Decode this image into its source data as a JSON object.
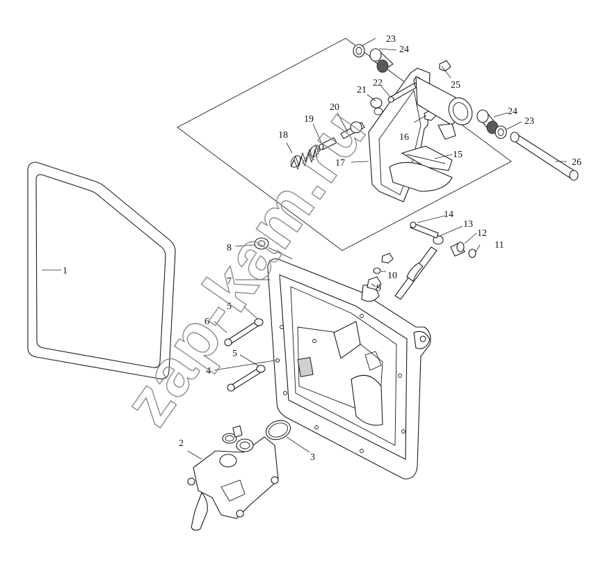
{
  "callouts": {
    "c1": "1",
    "c2": "2",
    "c3": "3",
    "c4": "4",
    "c5a": "5",
    "c5b": "5",
    "c6": "6",
    "c7": "7",
    "c8": "8",
    "c9": "9",
    "c10": "10",
    "c11": "11",
    "c12": "12",
    "c13": "13",
    "c14": "14",
    "c15": "15",
    "c16": "16",
    "c17": "17",
    "c18": "18",
    "c19": "19",
    "c20": "20",
    "c21": "21",
    "c22": "22",
    "c23a": "23",
    "c23b": "23",
    "c24a": "24",
    "c24b": "24",
    "c25": "25",
    "c26": "26"
  },
  "watermark": "zap-kam.ru",
  "colors": {
    "line": "#1a1a1a",
    "watermark": "#8a8a8a",
    "background": "#ffffff"
  }
}
